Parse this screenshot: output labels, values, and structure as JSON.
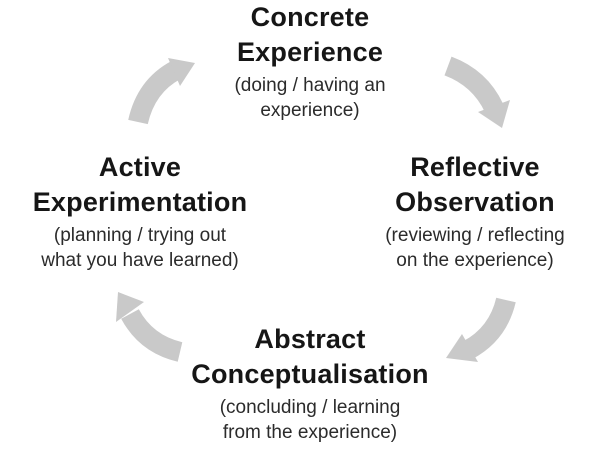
{
  "cycle": {
    "stages": [
      {
        "id": "concrete",
        "title_line1": "Concrete",
        "title_line2": "Experience",
        "desc_line1": "(doing / having an",
        "desc_line2": "experience)"
      },
      {
        "id": "reflective",
        "title_line1": "Reflective",
        "title_line2": "Observation",
        "desc_line1": "(reviewing / reflecting",
        "desc_line2": "on the experience)"
      },
      {
        "id": "abstract",
        "title_line1": "Abstract",
        "title_line2": "Conceptualisation",
        "desc_line1": "(concluding / learning",
        "desc_line2": "from the experience)"
      },
      {
        "id": "active",
        "title_line1": "Active",
        "title_line2": "Experimentation",
        "desc_line1": "(planning / trying out",
        "desc_line2": "what you have learned)"
      }
    ],
    "arrow_color": "#c9c9c9",
    "arrow_direction": "clockwise"
  }
}
